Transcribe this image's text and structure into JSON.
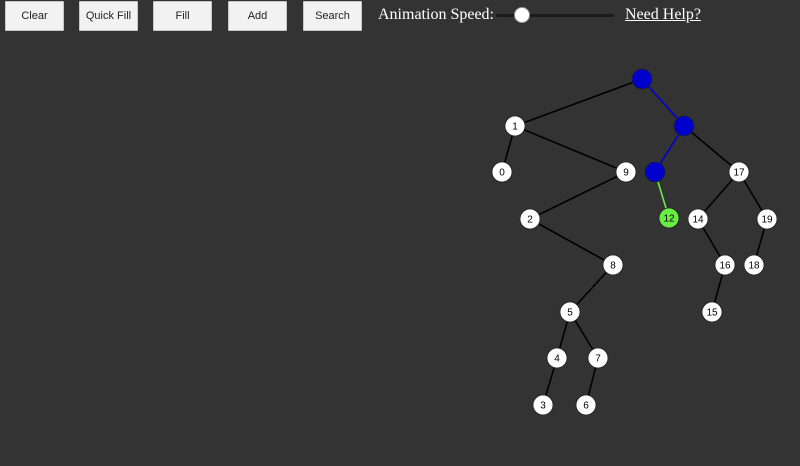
{
  "toolbar": {
    "buttons": [
      {
        "id": "clear",
        "label": "Clear"
      },
      {
        "id": "quick-fill",
        "label": "Quick Fill"
      },
      {
        "id": "fill",
        "label": "Fill"
      },
      {
        "id": "add",
        "label": "Add"
      },
      {
        "id": "search",
        "label": "Search"
      }
    ],
    "speed_label": "Animation Speed:",
    "speed_value": 0.22,
    "help_label": "Need Help?"
  },
  "colors": {
    "background": "#333333",
    "node_default": "#ffffff",
    "node_path": "#0000cc",
    "node_found": "#66ee44",
    "edge_default": "#000000",
    "edge_path": "#0000cc",
    "edge_found": "#66ee44"
  },
  "tree": {
    "nodes": [
      {
        "key": "root",
        "label": "",
        "state": "path"
      },
      {
        "key": "n1",
        "label": "1",
        "state": "default"
      },
      {
        "key": "n0",
        "label": "0",
        "state": "default"
      },
      {
        "key": "n9",
        "label": "9",
        "state": "default"
      },
      {
        "key": "n2",
        "label": "2",
        "state": "default"
      },
      {
        "key": "n8",
        "label": "8",
        "state": "default"
      },
      {
        "key": "n5",
        "label": "5",
        "state": "default"
      },
      {
        "key": "n4",
        "label": "4",
        "state": "default"
      },
      {
        "key": "n7",
        "label": "7",
        "state": "default"
      },
      {
        "key": "n3",
        "label": "3",
        "state": "default"
      },
      {
        "key": "n6",
        "label": "6",
        "state": "default"
      },
      {
        "key": "p2",
        "label": "",
        "state": "path"
      },
      {
        "key": "p3",
        "label": "",
        "state": "path"
      },
      {
        "key": "n12",
        "label": "12",
        "state": "found"
      },
      {
        "key": "n17",
        "label": "17",
        "state": "default"
      },
      {
        "key": "n14",
        "label": "14",
        "state": "default"
      },
      {
        "key": "n19",
        "label": "19",
        "state": "default"
      },
      {
        "key": "n16",
        "label": "16",
        "state": "default"
      },
      {
        "key": "n18",
        "label": "18",
        "state": "default"
      },
      {
        "key": "n15",
        "label": "15",
        "state": "default"
      }
    ],
    "edges": [
      {
        "from": "root",
        "to": "n1",
        "state": "default"
      },
      {
        "from": "root",
        "to": "p2",
        "state": "path"
      },
      {
        "from": "n1",
        "to": "n0",
        "state": "default"
      },
      {
        "from": "n1",
        "to": "n9",
        "state": "default"
      },
      {
        "from": "n9",
        "to": "n2",
        "state": "default"
      },
      {
        "from": "n2",
        "to": "n8",
        "state": "default"
      },
      {
        "from": "n8",
        "to": "n5",
        "state": "default"
      },
      {
        "from": "n5",
        "to": "n4",
        "state": "default"
      },
      {
        "from": "n5",
        "to": "n7",
        "state": "default"
      },
      {
        "from": "n4",
        "to": "n3",
        "state": "default"
      },
      {
        "from": "n7",
        "to": "n6",
        "state": "default"
      },
      {
        "from": "p2",
        "to": "p3",
        "state": "path"
      },
      {
        "from": "p2",
        "to": "n17",
        "state": "default"
      },
      {
        "from": "p3",
        "to": "n12",
        "state": "found"
      },
      {
        "from": "n17",
        "to": "n14",
        "state": "default"
      },
      {
        "from": "n17",
        "to": "n19",
        "state": "default"
      },
      {
        "from": "n14",
        "to": "n16",
        "state": "default"
      },
      {
        "from": "n19",
        "to": "n18",
        "state": "default"
      },
      {
        "from": "n16",
        "to": "n15",
        "state": "default"
      }
    ]
  }
}
